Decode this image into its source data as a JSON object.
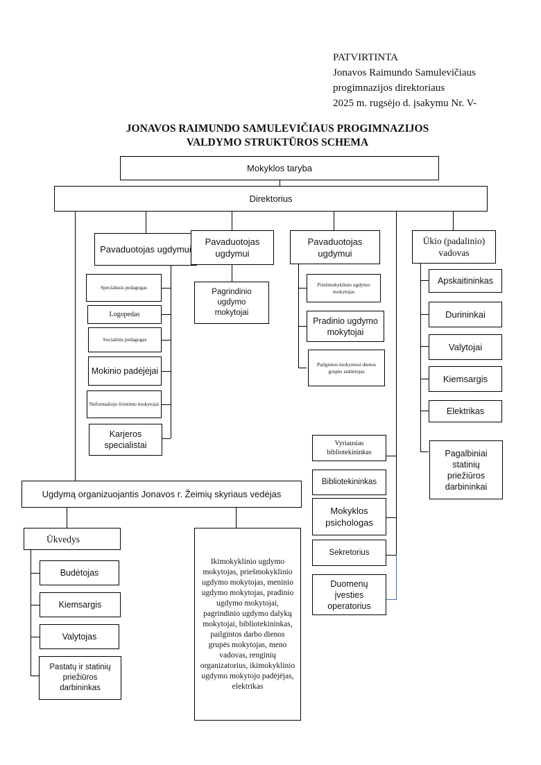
{
  "approval": {
    "line1": "PATVIRTINTA",
    "line2": "Jonavos Raimundo Samulevičiaus",
    "line3": "progimnazijos direktoriaus",
    "line4": "2025 m. rugsėjo  d. įsakymu Nr. V-"
  },
  "title": {
    "line1": "JONAVOS RAIMUNDO SAMULEVIČIAUS PROGIMNAZIJOS",
    "line2": "VALDYMO STRUKTŪROS SCHEMA"
  },
  "school_council": "Mokyklos taryba",
  "director": "Direktorius",
  "deputies": [
    {
      "label": "Pavaduotojas ugdymui"
    },
    {
      "label": "Pavaduotojas ugdymui"
    },
    {
      "label": "Pavaduotojas ugdymui"
    }
  ],
  "maintenance_head": "Ūkio (padalinio) vadovas",
  "deputy1_staff": [
    "Specialusis pedagogas",
    "Logopedas",
    "Socialinis pedagogas",
    "Mokinio padėjėjai",
    "Neformaliojo švietimo mokytojai",
    "Karjeros specialistai"
  ],
  "deputy2_staff": [
    "Pagrindinio ugdymo mokytojai"
  ],
  "deputy3_staff": [
    "Priešmokyklinio ugdymo  mokytojas",
    "Pradinio ugdymo mokytojai",
    "Pailgintos mokymosi dienos grupės auklėtojas"
  ],
  "maintenance_staff": [
    "Apskaitininkas",
    "Durininkai",
    "Valytojai",
    "Kiemsargis",
    "Elektrikas",
    "Pagalbiniai statinių priežiūros darbininkai"
  ],
  "director_staff": [
    "Vyriausias bibliotekininkas",
    "Bibliotekininkas",
    "Mokyklos psichologas",
    "Sekretorius",
    "Duomenų įvesties operatorius"
  ],
  "division_head": "Ugdymą organizuojantis Jonavos r. Žeimių skyriaus vedėjas",
  "caretaker": "Ūkvedys",
  "caretaker_staff": [
    "Budėtojas",
    "Kiemsargis",
    "Valytojas",
    "Pastatų ir statinių priežiūros darbininkas"
  ],
  "division_teachers": "Ikimokyklinio ugdymo mokytojas, priešmokyklinio ugdymo mokytojas, meninio ugdymo mokytojas, pradinio ugdymo mokytojai, pagrindinio ugdymo dalykų mokytojai, bibliotekininkas, pailgintos darbo dienos grupės mokytojas, meno vadovas, renginių organizatorius, ikimokyklinio ugdymo mokytojo padėjėjas, elektrikas",
  "colors": {
    "line": "#000000",
    "accent_line": "#4a6fb5"
  }
}
